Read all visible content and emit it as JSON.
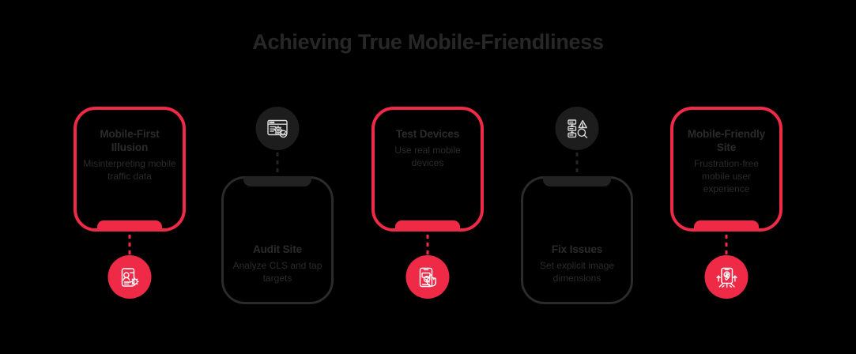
{
  "header": {
    "title": "Achieving True Mobile-Friendliness"
  },
  "colors": {
    "background": "#000000",
    "accent_red": "#ee2a47",
    "dark_outline": "#2b2b2c",
    "text_gray": "#2b2b2c",
    "badge_dark": "#1d1d1e"
  },
  "steps": [
    {
      "id": "mobile-first-illusion",
      "variant": "red",
      "title": "Mobile-First Illusion",
      "description": "Misinterpreting mobile traffic data",
      "icon": "user-profile-gear-mobile-icon",
      "position": "phone-above-icon-below"
    },
    {
      "id": "audit-site",
      "variant": "dark",
      "title": "Audit Site",
      "description": "Analyze CLS and tap targets",
      "icon": "browser-window-gear-check-icon",
      "position": "icon-above-phone-below"
    },
    {
      "id": "test-devices",
      "variant": "red",
      "title": "Test Devices",
      "description": "Use real mobile devices",
      "icon": "mobile-hand-tap-check-icon",
      "position": "phone-above-icon-below"
    },
    {
      "id": "fix-issues",
      "variant": "dark",
      "title": "Fix Issues",
      "description": "Set explicit image dimensions",
      "icon": "flow-list-warning-search-icon",
      "position": "icon-above-phone-below"
    },
    {
      "id": "mobile-friendly-site",
      "variant": "red",
      "title": "Mobile-Friendly Site",
      "description": "Frustration-free mobile user experience",
      "icon": "mobile-celebration-award-icon",
      "position": "phone-above-icon-below"
    }
  ]
}
